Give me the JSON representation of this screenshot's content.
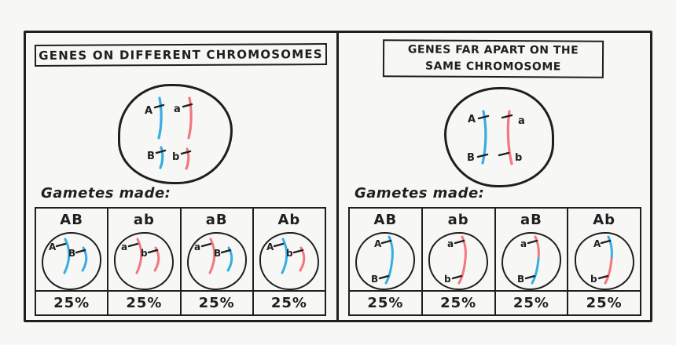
{
  "colors": {
    "blue": "#35aee2",
    "red": "#f4767e",
    "ink": "#1f1f1f",
    "paper": "#f7f7f5"
  },
  "left_panel": {
    "title": "GENES ON DIFFERENT CHROMOSOMES",
    "gametes_heading": "Gametes made:",
    "cell_alleles": {
      "top_left": "A",
      "top_right": "a",
      "bottom_left": "B",
      "bottom_right": "b"
    },
    "gametes": [
      {
        "label": "AB",
        "alleles": [
          "A",
          "B"
        ],
        "percent": "25%"
      },
      {
        "label": "ab",
        "alleles": [
          "a",
          "b"
        ],
        "percent": "25%"
      },
      {
        "label": "aB",
        "alleles": [
          "a",
          "B"
        ],
        "percent": "25%"
      },
      {
        "label": "Ab",
        "alleles": [
          "A",
          "b"
        ],
        "percent": "25%"
      }
    ]
  },
  "right_panel": {
    "title": "GENES FAR APART ON THE SAME CHROMOSOME",
    "gametes_heading": "Gametes made:",
    "cell_alleles": {
      "blue_top": "A",
      "blue_bottom": "B",
      "red_top": "a",
      "red_bottom": "b"
    },
    "gametes": [
      {
        "label": "AB",
        "alleles": [
          "A",
          "B"
        ],
        "percent": "25%"
      },
      {
        "label": "ab",
        "alleles": [
          "a",
          "b"
        ],
        "percent": "25%"
      },
      {
        "label": "aB",
        "alleles": [
          "a",
          "B"
        ],
        "percent": "25%"
      },
      {
        "label": "Ab",
        "alleles": [
          "A",
          "b"
        ],
        "percent": "25%"
      }
    ]
  }
}
